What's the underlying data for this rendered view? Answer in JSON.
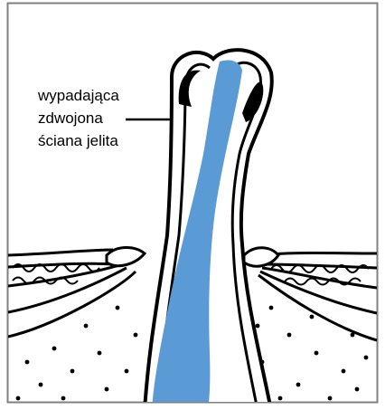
{
  "annotation": {
    "lines": [
      "wypadająca",
      "zdwojona",
      "ściana jelita"
    ]
  },
  "colors": {
    "border": "#808080",
    "lumen": "#5b9bd5",
    "outline": "#000000",
    "background": "#ffffff"
  }
}
